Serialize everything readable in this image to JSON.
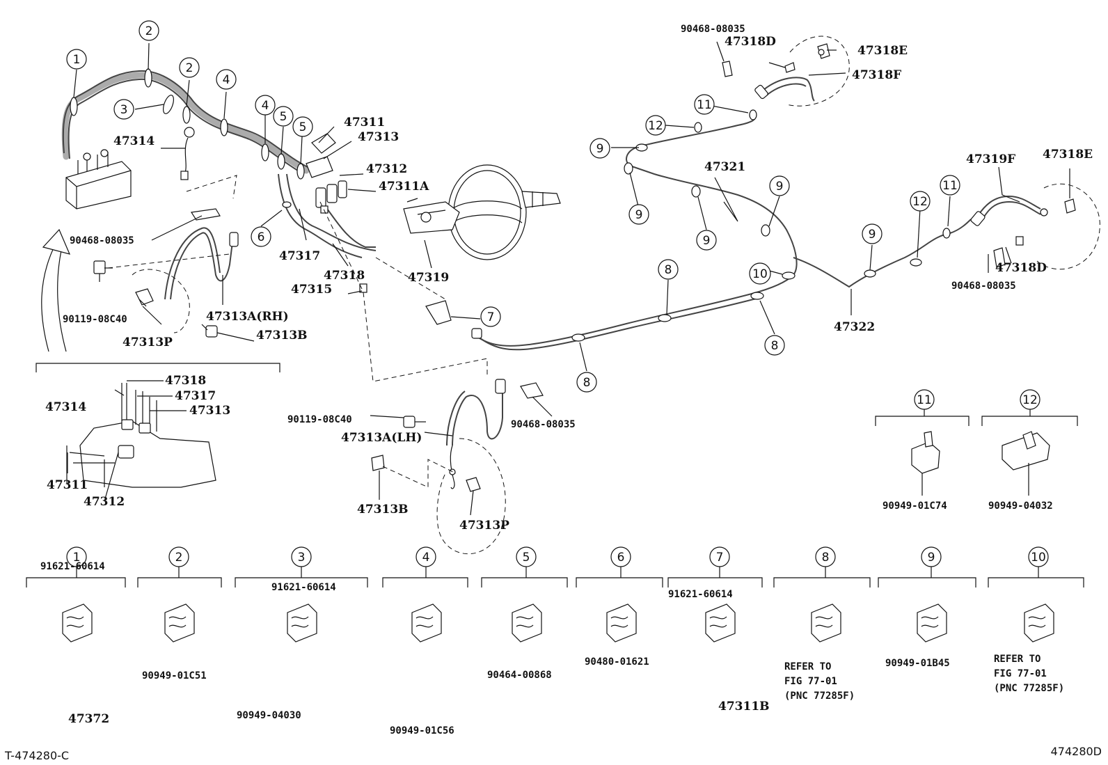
{
  "corner_labels": {
    "left": "T-474280-C",
    "right": "474280D"
  },
  "part_numbers": {
    "p47314": "47314",
    "p90468_a": "90468-08035",
    "p90119_a": "90119-08C40",
    "p47313P_a": "47313P",
    "p47313A_RH": "47313A(RH)",
    "p47313B_a": "47313B",
    "p47311": "47311",
    "p47313": "47313",
    "p47312": "47312",
    "p47311A": "47311A",
    "p47317": "47317",
    "p47318": "47318",
    "p47315": "47315",
    "p47319": "47319",
    "p47321": "47321",
    "p47322": "47322",
    "p90468_top": "90468-08035",
    "p47318D_top": "47318D",
    "p47318E_top": "47318E",
    "p47318F": "47318F",
    "p47319F": "47319F",
    "p47318E_right": "47318E",
    "p47318D_right": "47318D",
    "p90468_right": "90468-08035",
    "p90119_b": "90119-08C40",
    "p90468_mid": "90468-08035",
    "p47313A_LH": "47313A(LH)",
    "p47313B_b": "47313B",
    "p47313P_b": "47313P",
    "d_47318": "47318",
    "d_47317": "47317",
    "d_47313": "47313",
    "d_47314": "47314",
    "d_47311": "47311",
    "d_47312": "47312",
    "c11_part": "90949-01C74",
    "c12_part": "90949-04032"
  },
  "callouts": {
    "c1a": "1",
    "c2a": "2",
    "c2b": "2",
    "c3a": "3",
    "c4a": "4",
    "c4b": "4",
    "c5a": "5",
    "c5b": "5",
    "c6a": "6",
    "c7a": "7",
    "c8a": "8",
    "c8b": "8",
    "c8c": "8",
    "c9a": "9",
    "c9b": "9",
    "c9c": "9",
    "c9d": "9",
    "c9e": "9",
    "c10a": "10",
    "c11a": "11",
    "c11b": "11",
    "c12a": "12",
    "c12b": "12",
    "c11_box": "11",
    "c12_box": "12"
  },
  "clamp_boxes": [
    {
      "num": "1",
      "parts": [
        "91621-60614",
        "47372"
      ]
    },
    {
      "num": "2",
      "parts": [
        "90949-01C51"
      ]
    },
    {
      "num": "3",
      "parts": [
        "91621-60614",
        "90949-04030"
      ]
    },
    {
      "num": "4",
      "parts": [
        "90949-01C56"
      ]
    },
    {
      "num": "5",
      "parts": [
        "90464-00868"
      ]
    },
    {
      "num": "6",
      "parts": [
        "90480-01621"
      ]
    },
    {
      "num": "7",
      "parts": [
        "91621-60614",
        "47311B"
      ]
    },
    {
      "num": "8",
      "parts": [
        "REFER TO",
        "FIG 77-01",
        "(PNC 77285F)"
      ]
    },
    {
      "num": "9",
      "parts": [
        "90949-01B45"
      ]
    },
    {
      "num": "10",
      "parts": [
        "REFER TO",
        "FIG 77-01",
        "(PNC 77285F)"
      ]
    }
  ]
}
